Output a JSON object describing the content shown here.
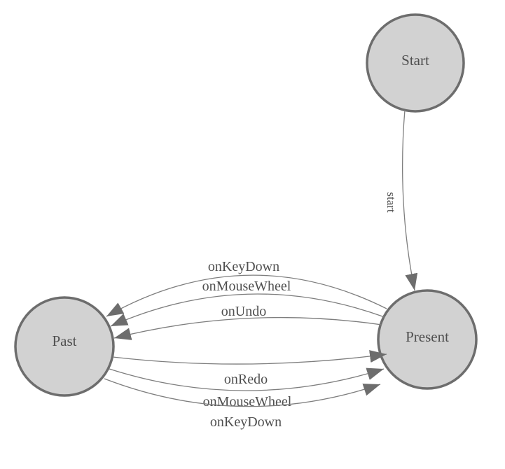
{
  "diagram": {
    "kind": "state-machine",
    "background": "#ffffff",
    "colors": {
      "node_fill": "#d2d2d2",
      "node_stroke": "#6d6d6d",
      "edge_stroke": "#7e7e7e",
      "arrow_fill": "#6d6d6d",
      "text_color": "#4f4f4f"
    },
    "nodes": [
      {
        "id": "start",
        "label": "Start"
      },
      {
        "id": "present",
        "label": "Present"
      },
      {
        "id": "past",
        "label": "Past"
      }
    ],
    "edges": [
      {
        "from": "Start",
        "to": "Present",
        "label": "start"
      },
      {
        "from": "Present",
        "to": "Past",
        "label": "onKeyDown"
      },
      {
        "from": "Present",
        "to": "Past",
        "label": "onMouseWheel"
      },
      {
        "from": "Present",
        "to": "Past",
        "label": "onUndo"
      },
      {
        "from": "Past",
        "to": "Present",
        "label": "onRedo"
      },
      {
        "from": "Past",
        "to": "Present",
        "label": "onMouseWheel"
      },
      {
        "from": "Past",
        "to": "Present",
        "label": "onKeyDown"
      }
    ]
  }
}
